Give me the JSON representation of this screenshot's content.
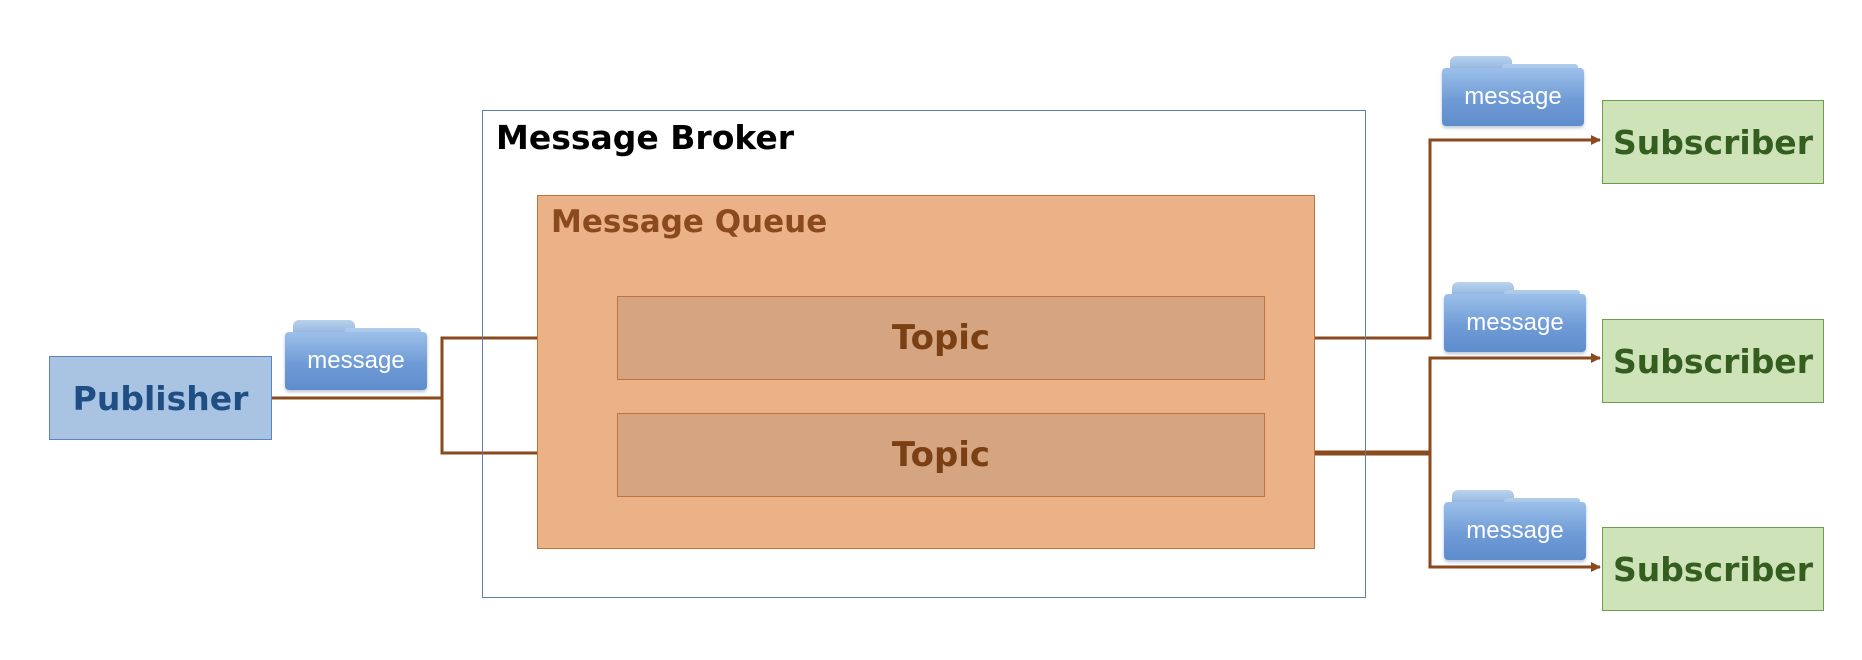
{
  "broker": {
    "label": "Message Broker"
  },
  "queue": {
    "label": "Message Queue"
  },
  "topics": [
    {
      "label": "Topic"
    },
    {
      "label": "Topic"
    }
  ],
  "publisher": {
    "label": "Publisher"
  },
  "subscribers": [
    {
      "label": "Subscriber"
    },
    {
      "label": "Subscriber"
    },
    {
      "label": "Subscriber"
    }
  ],
  "messages": [
    {
      "label": "message"
    },
    {
      "label": "message"
    },
    {
      "label": "message"
    },
    {
      "label": "message"
    }
  ],
  "colors": {
    "arrow": "#8a4a1e",
    "publisher_fill": "#a9c4e3",
    "subscriber_fill": "#cfe3b9",
    "queue_fill": "#ebb287",
    "topic_fill": "#d5a582",
    "message_fill": "#6f9bd6"
  }
}
